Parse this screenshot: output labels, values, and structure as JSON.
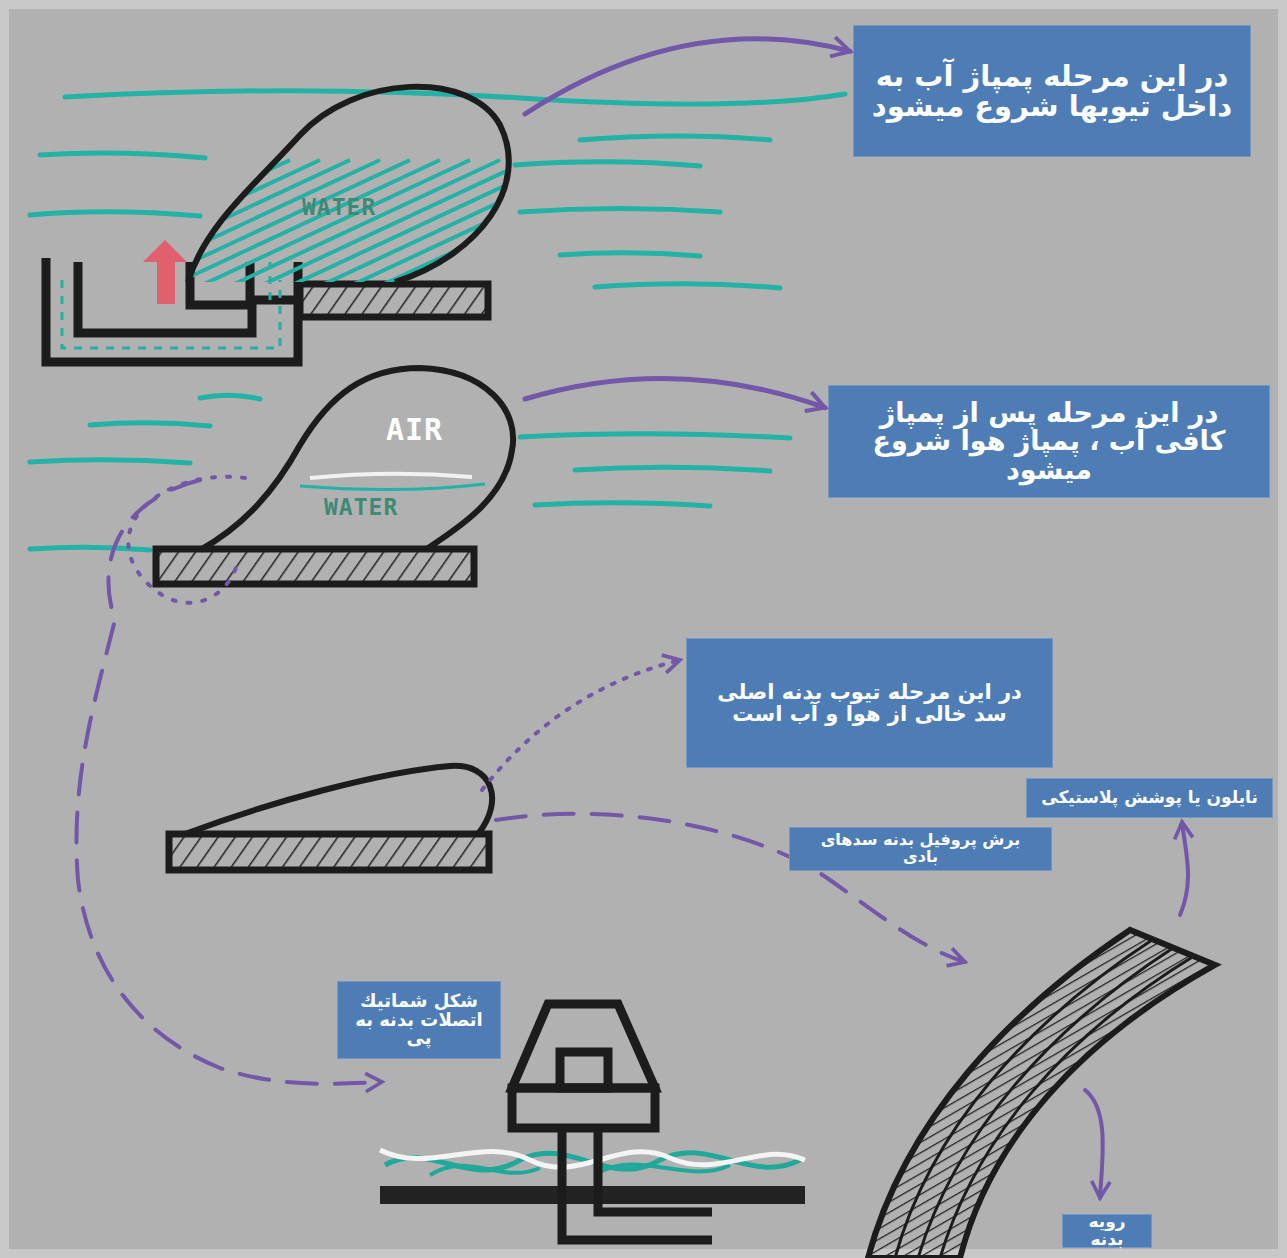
{
  "diagram": {
    "nodes": [
      {
        "text": [
          "در این مرحله پمپاژ آب به داخل تیوبها شروع میشود"
        ]
      },
      {
        "text": [
          "WATER"
        ]
      },
      {
        "text": [
          "AIR",
          "WATER"
        ]
      },
      {
        "text": [
          "در این مرحله پس از پمپاژ کافی آب ، پمپاژ هوا شروع میشود"
        ]
      },
      {
        "text": [
          "در این مرحله تیوب بدنه اصلی سد خالی از هوا و آب است"
        ]
      },
      {
        "text": [
          "نایلون یا پوشش پلاستیکی"
        ]
      },
      {
        "text": [
          "برش پروفیل بدنه سدهای بادی"
        ]
      },
      {
        "text": [
          "شکل شماتیك اتصلات بدنه به پی"
        ]
      },
      {
        "text": [
          "رویه بدنه"
        ]
      }
    ],
    "edges": [
      {
        "from": 1,
        "to": 0,
        "arrow": "to"
      },
      {
        "from": 2,
        "to": 3,
        "arrow": "to"
      }
    ]
  }
}
